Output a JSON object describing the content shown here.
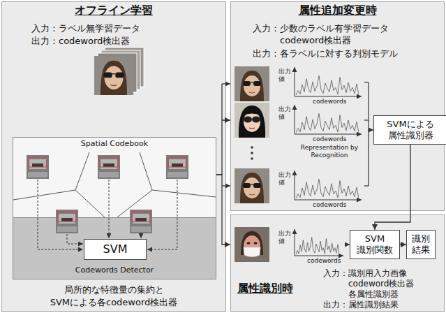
{
  "diagram": {
    "nodes": [
      {
        "text": [
          "オフライン学習",
          "入力：ラベル無学習データ",
          "出力：codeword検出器",
          "局所的な特徴量の集約と SVMによる各codeword検出器"
        ]
      },
      {
        "text": [
          "Codewords Detector"
        ],
        "in": 0
      },
      {
        "text": [
          "Spatial Codebook"
        ],
        "in": 1
      },
      {
        "text": [
          "SVM"
        ],
        "in": 1
      },
      {
        "text": [
          "属性追加変更時",
          "入力：少数のラベル有学習データ codeword検出器",
          "出力：各ラベルに対する判別モデル"
        ]
      },
      {
        "text": [
          "SVMによる 属性識別器"
        ],
        "in": 4
      },
      {
        "text": [
          "属性識別時",
          "入力：識別用入力画像 codeword検出器 各属性識別器",
          "出力：属性識別結果"
        ]
      },
      {
        "text": [
          "SVM 識別関数"
        ],
        "in": 6
      },
      {
        "text": [
          "識別結果"
        ],
        "in": 6
      }
    ],
    "edges": [
      {
        "from": 1,
        "to": 4,
        "arrow": "to"
      },
      {
        "from": 1,
        "to": 6,
        "arrow": "to"
      },
      {
        "from": 5,
        "to": 7,
        "arrow": "to"
      },
      {
        "from": 7,
        "to": 8,
        "arrow": "to"
      }
    ],
    "labels": [
      "出力値",
      "出力値",
      "出力値",
      "出力値",
      "codewords",
      "codewords",
      "codewords",
      "codewords",
      "Representation by Recognition"
    ]
  }
}
